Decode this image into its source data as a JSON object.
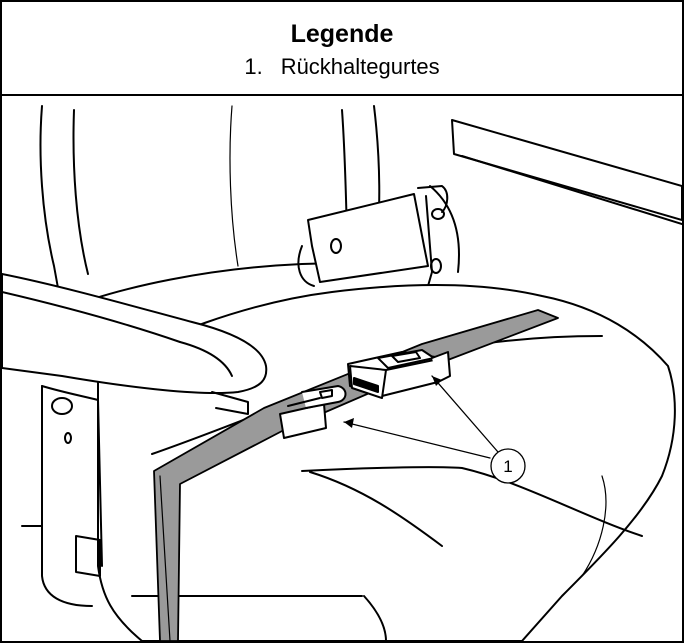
{
  "legend": {
    "title": "Legende",
    "items": [
      {
        "number": "1.",
        "label": "Rückhaltegurtes"
      }
    ]
  },
  "illustration": {
    "callout": "1",
    "belt_color": "#9a9a9a"
  }
}
